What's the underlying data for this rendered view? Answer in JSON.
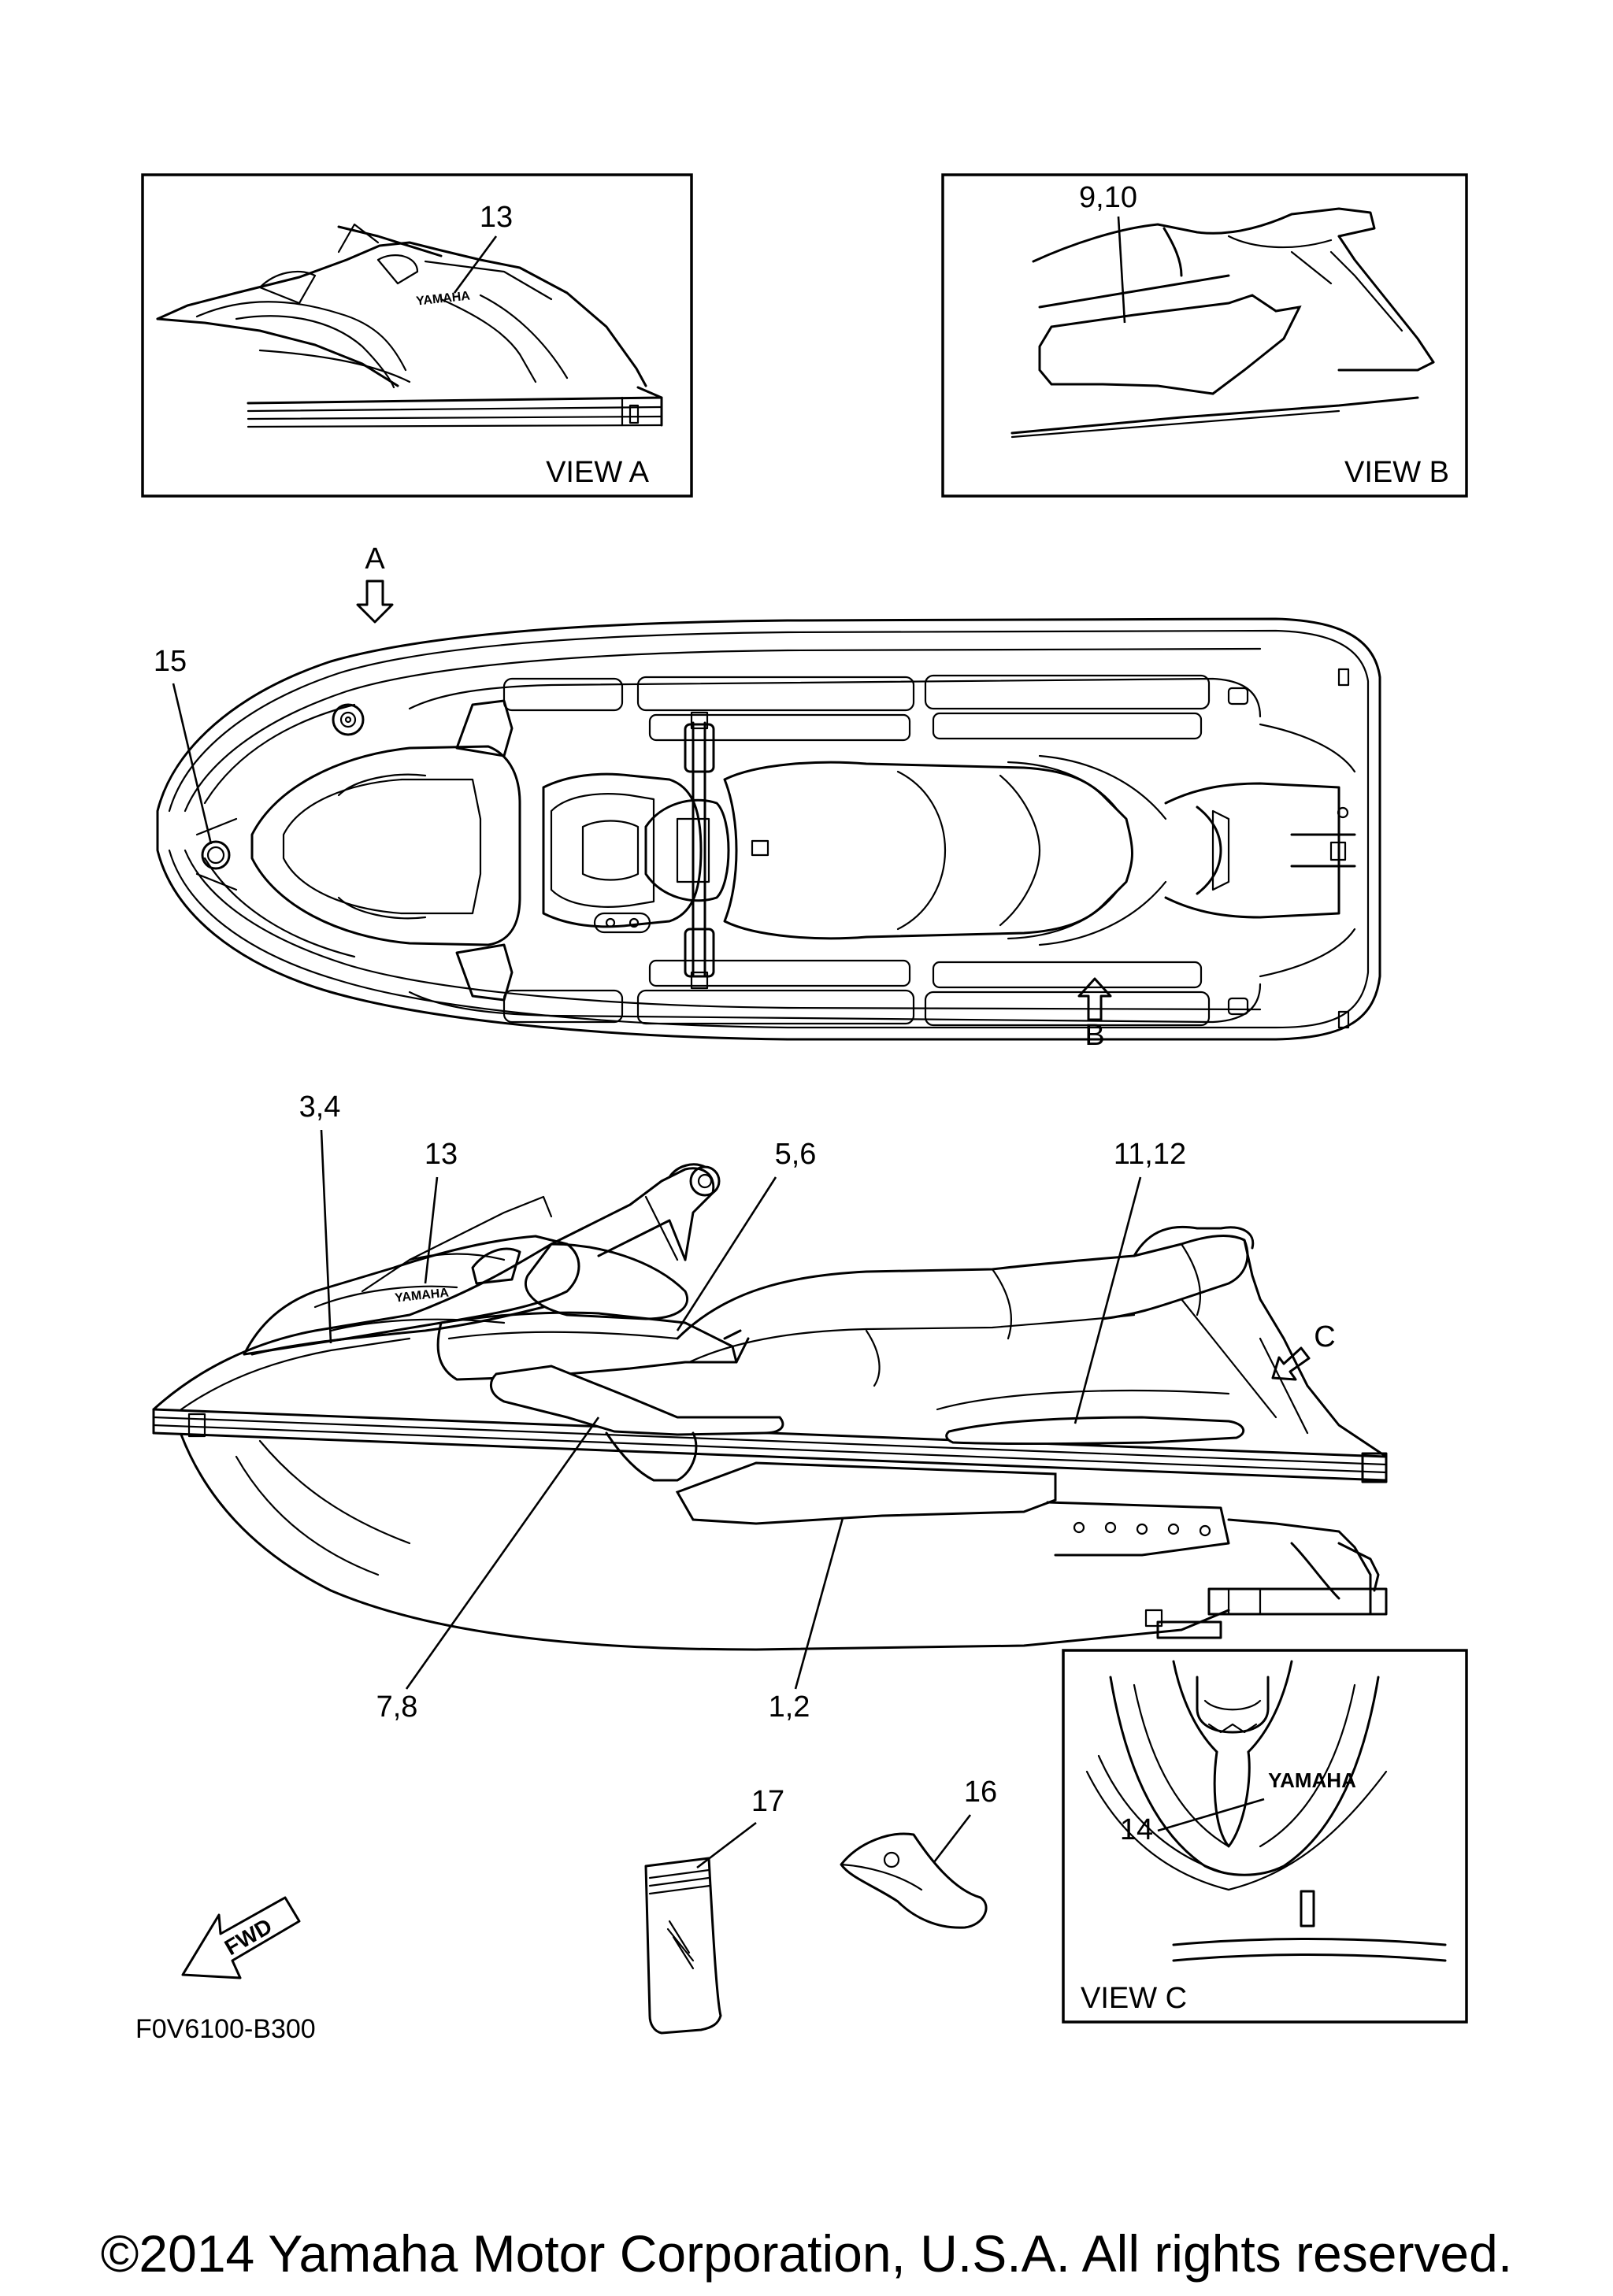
{
  "views": {
    "a": "VIEW A",
    "b": "VIEW B",
    "c": "VIEW C"
  },
  "arrows": {
    "a": "A",
    "b": "B",
    "c": "C"
  },
  "callouts": {
    "view_a_13": "13",
    "view_b_9_10": "9,10",
    "top_15": "15",
    "side_3_4": "3,4",
    "side_13": "13",
    "side_5_6": "5,6",
    "side_11_12": "11,12",
    "side_7_8": "7,8",
    "side_1_2": "1,2",
    "part_17": "17",
    "part_16": "16",
    "view_c_14": "14"
  },
  "logo_text": "YAMAHA",
  "fwd_text": "FWD",
  "figure_code": "F0V6100-B300",
  "copyright": "©2014 Yamaha Motor Corporation, U.S.A. All rights reserved."
}
